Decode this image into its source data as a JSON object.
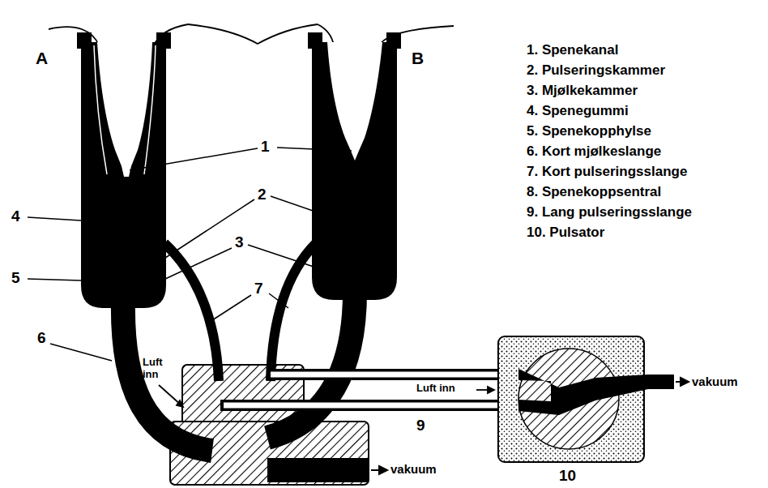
{
  "diagram": {
    "labels": [
      "A",
      "B",
      "1",
      "2",
      "3",
      "4",
      "5",
      "6",
      "7",
      "Luft inn",
      "Luft inn",
      "9",
      "10",
      "vakuum",
      "vakuum",
      "1. Spenekanal",
      "2. Pulseringskammer",
      "3. Mjølkekammer",
      "4. Spenegummi",
      "5. Spenekopphylse",
      "6. Kort mjølkeslange",
      "7. Kort pulseringsslange",
      "8. Spenekoppsentral",
      "9. Lang pulseringsslange",
      "10. Pulsator"
    ]
  }
}
